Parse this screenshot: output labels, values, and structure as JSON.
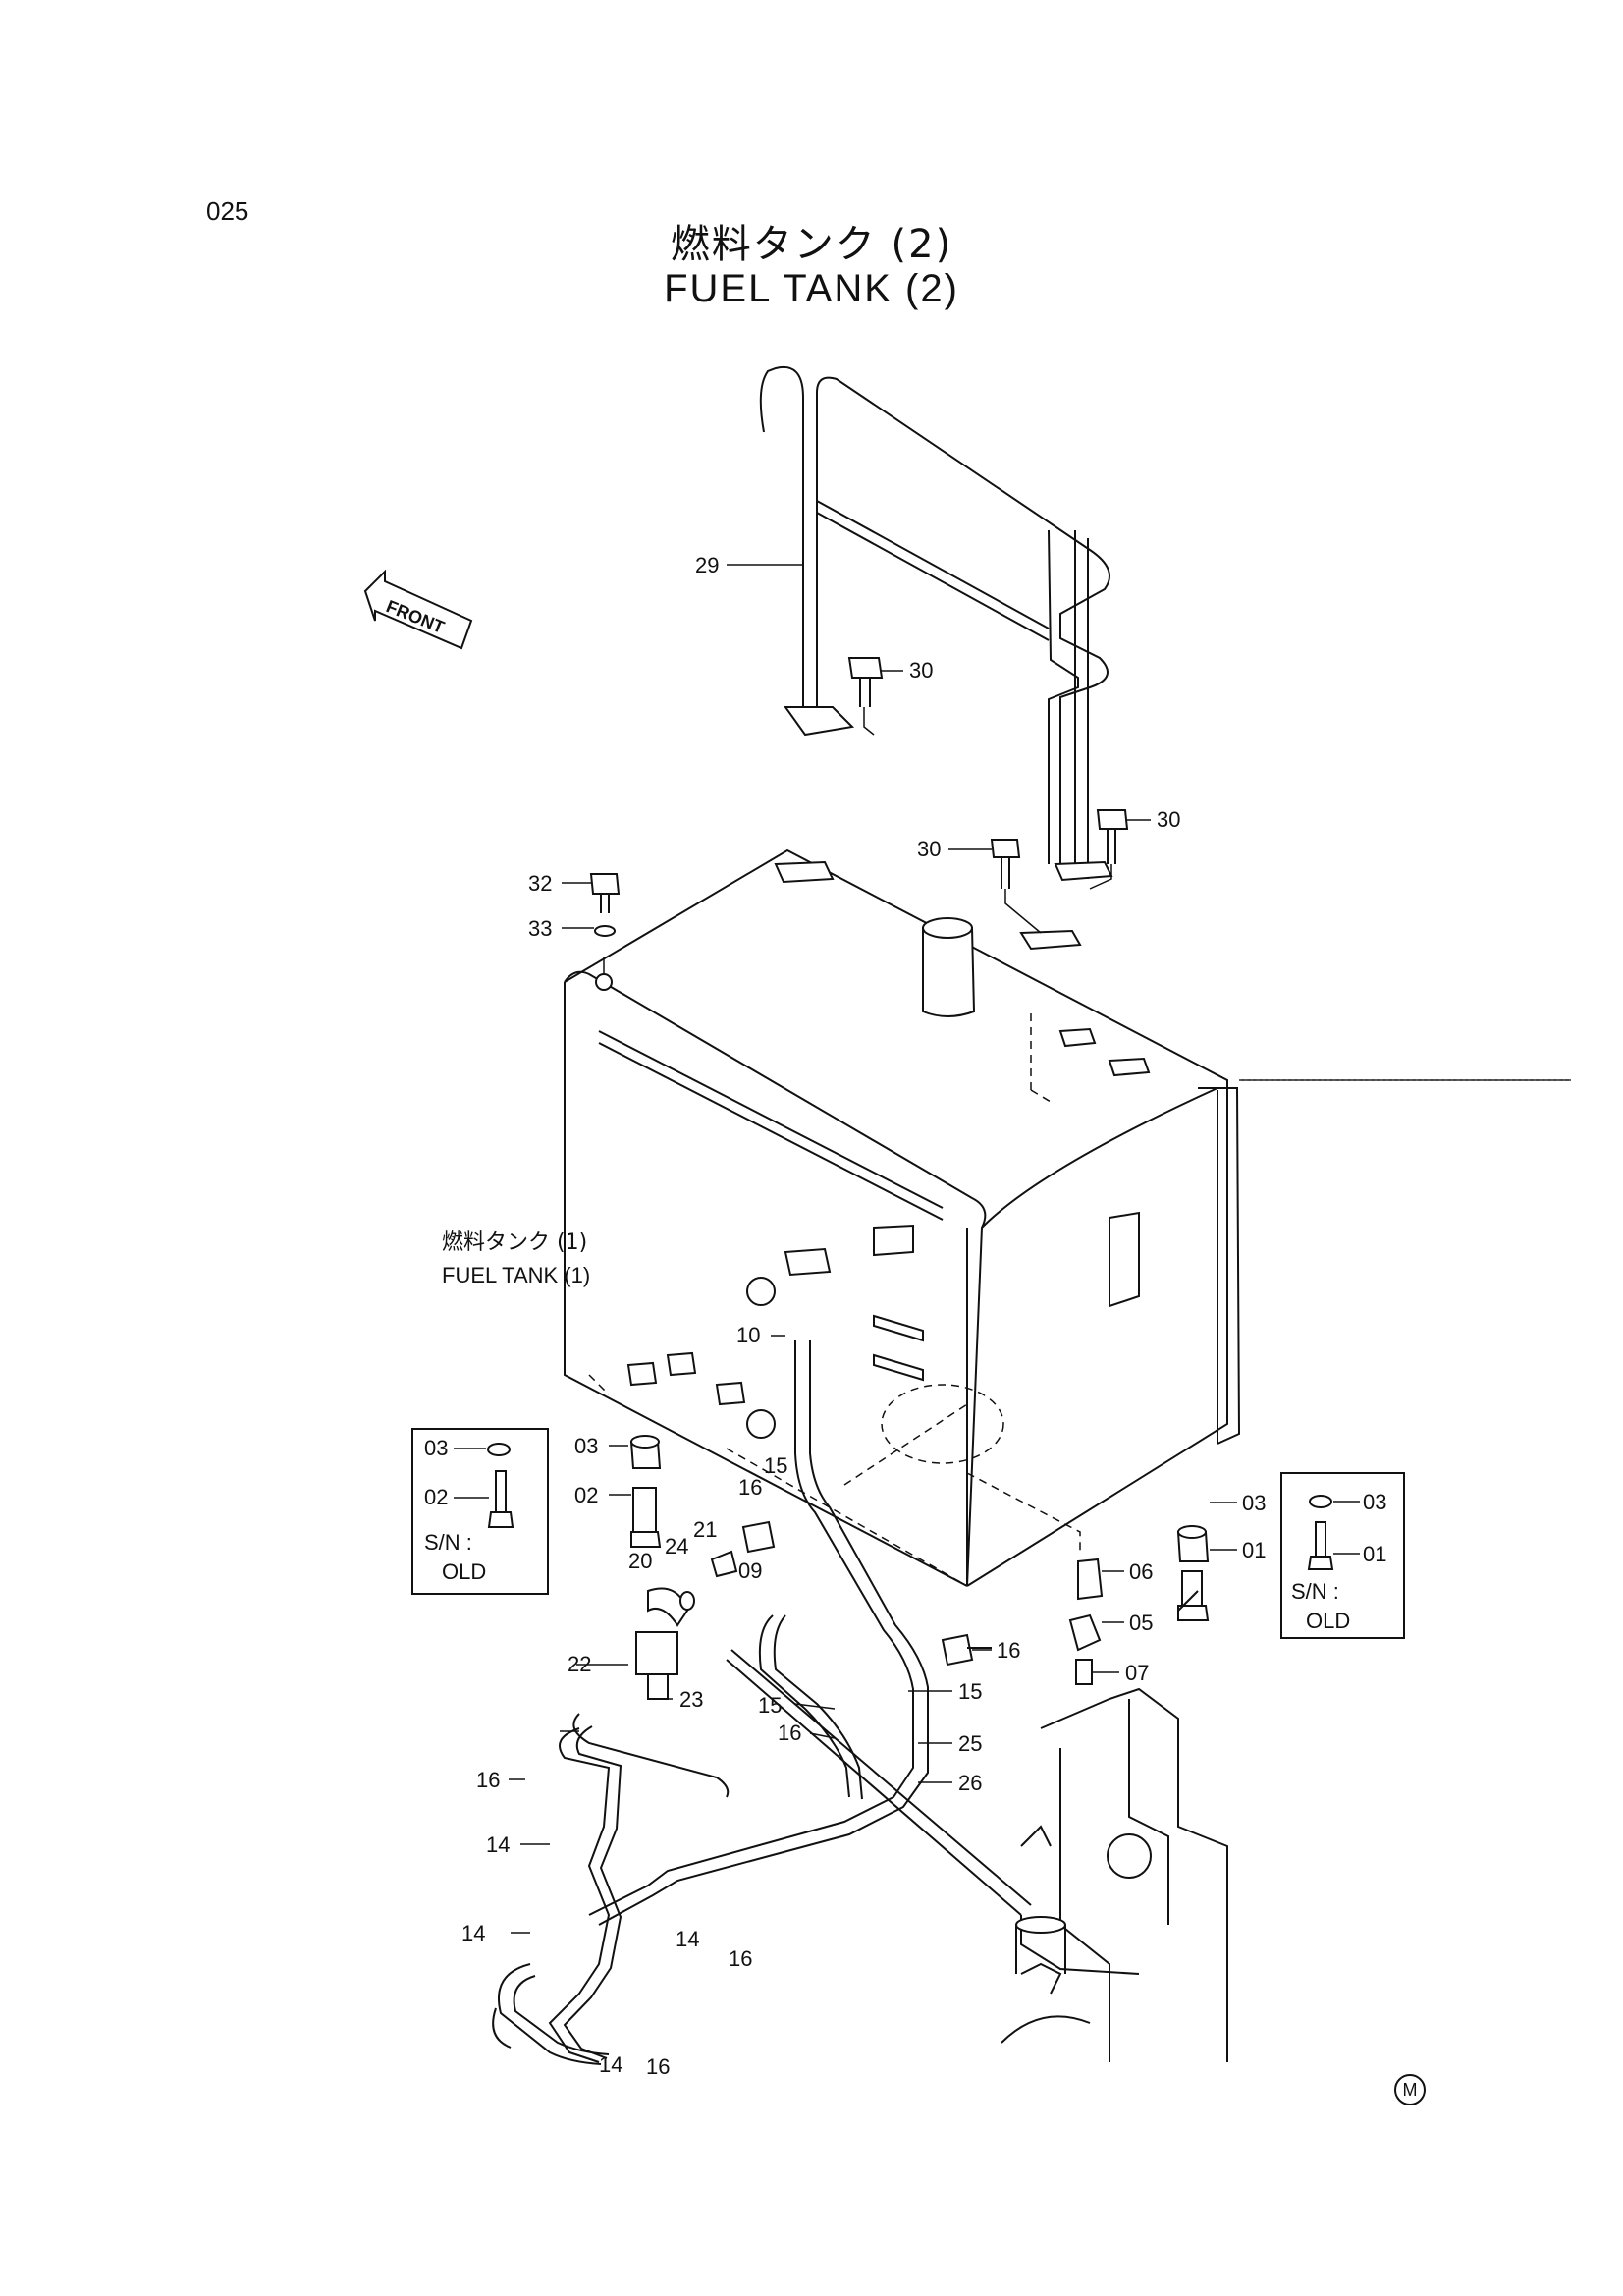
{
  "page_number": "025",
  "title_jp": "燃料タンク (2)",
  "title_en": "FUEL TANK (2)",
  "front_arrow_label": "FRONT",
  "reference": {
    "jp": "燃料タンク (1)",
    "en": "FUEL TANK (1)"
  },
  "inset_left": {
    "items": [
      "03",
      "02"
    ],
    "sn_label": "S/N :",
    "sn_value": "OLD"
  },
  "inset_right": {
    "items": [
      "03",
      "01"
    ],
    "sn_label": "S/N :",
    "sn_value": "OLD"
  },
  "callouts": [
    "29",
    "30",
    "30",
    "30",
    "32",
    "33",
    "10",
    "03",
    "02",
    "16",
    "15",
    "24",
    "21",
    "20",
    "09",
    "22",
    "23",
    "15",
    "16",
    "15",
    "16",
    "25",
    "26",
    "16",
    "14",
    "14",
    "14",
    "14",
    "16",
    "16",
    "03",
    "01",
    "06",
    "05",
    "16",
    "07",
    "15"
  ],
  "revision_mark": "M"
}
